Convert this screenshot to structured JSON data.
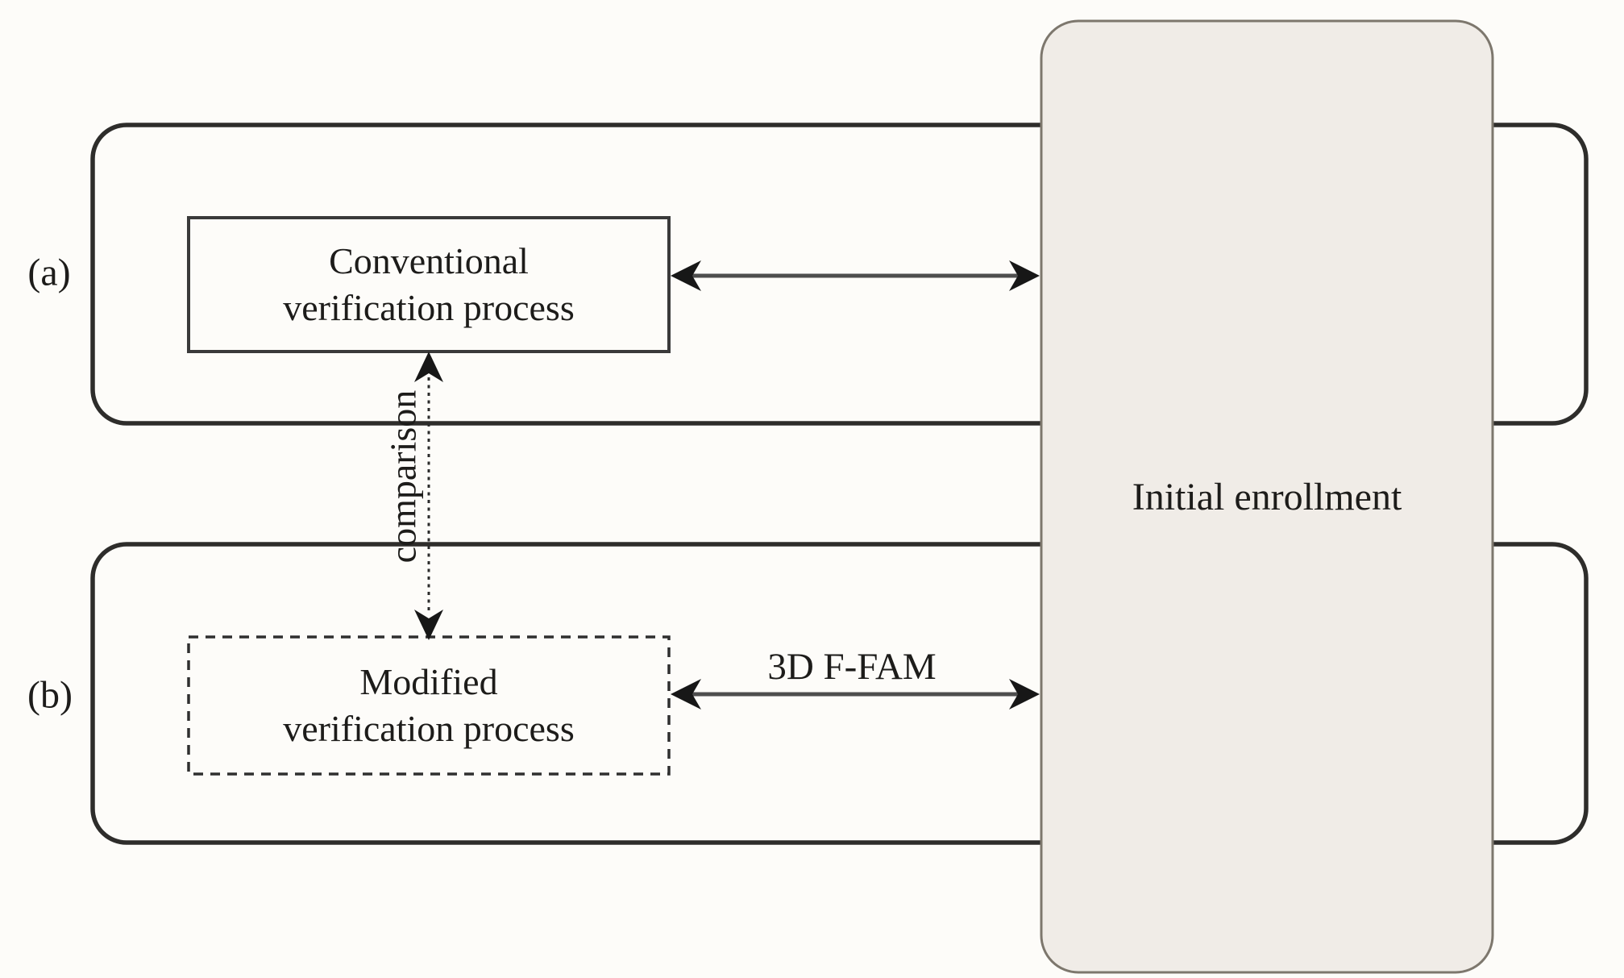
{
  "colors": {
    "background": "#fdfcf9",
    "ink": "#1d1c1a",
    "frame_stroke": "#2e2d2b",
    "arrow_line": "#4e4e4e",
    "arrow_head": "#171717",
    "enrollment_fill": "#f0ece7",
    "enrollment_border": "#7d776d"
  },
  "figure": {
    "panel_a": {
      "tag": "(a)",
      "box": {
        "line1": "Conventional",
        "line2": "verification process"
      }
    },
    "panel_b": {
      "tag": "(b)",
      "box": {
        "line1": "Modified",
        "line2": "verification process"
      }
    },
    "enrollment": {
      "label": "Initial enrollment"
    },
    "connectors": {
      "comparison": {
        "label": "comparison"
      },
      "ffam": {
        "label": "3D F-FAM"
      }
    }
  }
}
